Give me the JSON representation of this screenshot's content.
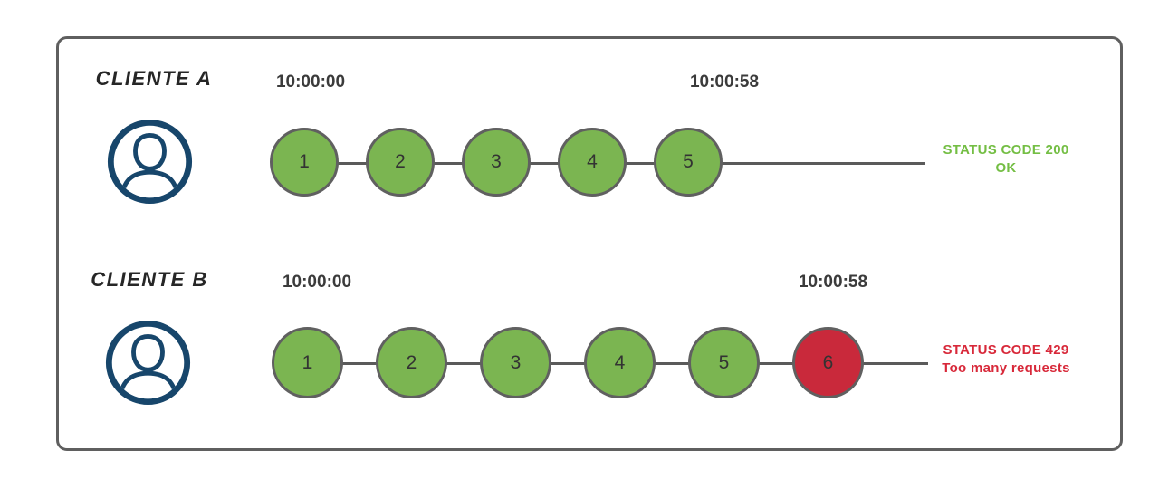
{
  "diagram": {
    "colors": {
      "box_border": "#5f5f5f",
      "line_gray": "#5a5a5a",
      "circle_border": "#606060",
      "circle_green": "#7bb551",
      "circle_red": "#c9293b",
      "status_green": "#74be44",
      "status_red": "#d8293a",
      "person_blue": "#17466b",
      "timestamp_color": "#3b3b3b",
      "label_color": "#262626",
      "number_color": "#333333"
    },
    "rows": [
      {
        "client_label": "CLIENTE A",
        "start_time": "10:00:00",
        "end_time": "10:00:58",
        "requests": [
          {
            "label": "1",
            "status": "ok"
          },
          {
            "label": "2",
            "status": "ok"
          },
          {
            "label": "3",
            "status": "ok"
          },
          {
            "label": "4",
            "status": "ok"
          },
          {
            "label": "5",
            "status": "ok"
          }
        ],
        "status_line1": "STATUS CODE 200",
        "status_line2": "OK"
      },
      {
        "client_label": "CLIENTE B",
        "start_time": "10:00:00",
        "end_time": "10:00:58",
        "requests": [
          {
            "label": "1",
            "status": "ok"
          },
          {
            "label": "2",
            "status": "ok"
          },
          {
            "label": "3",
            "status": "ok"
          },
          {
            "label": "4",
            "status": "ok"
          },
          {
            "label": "5",
            "status": "ok"
          },
          {
            "label": "6",
            "status": "rate-limited"
          }
        ],
        "status_line1": "STATUS CODE 429",
        "status_line2": "Too many requests"
      }
    ]
  }
}
